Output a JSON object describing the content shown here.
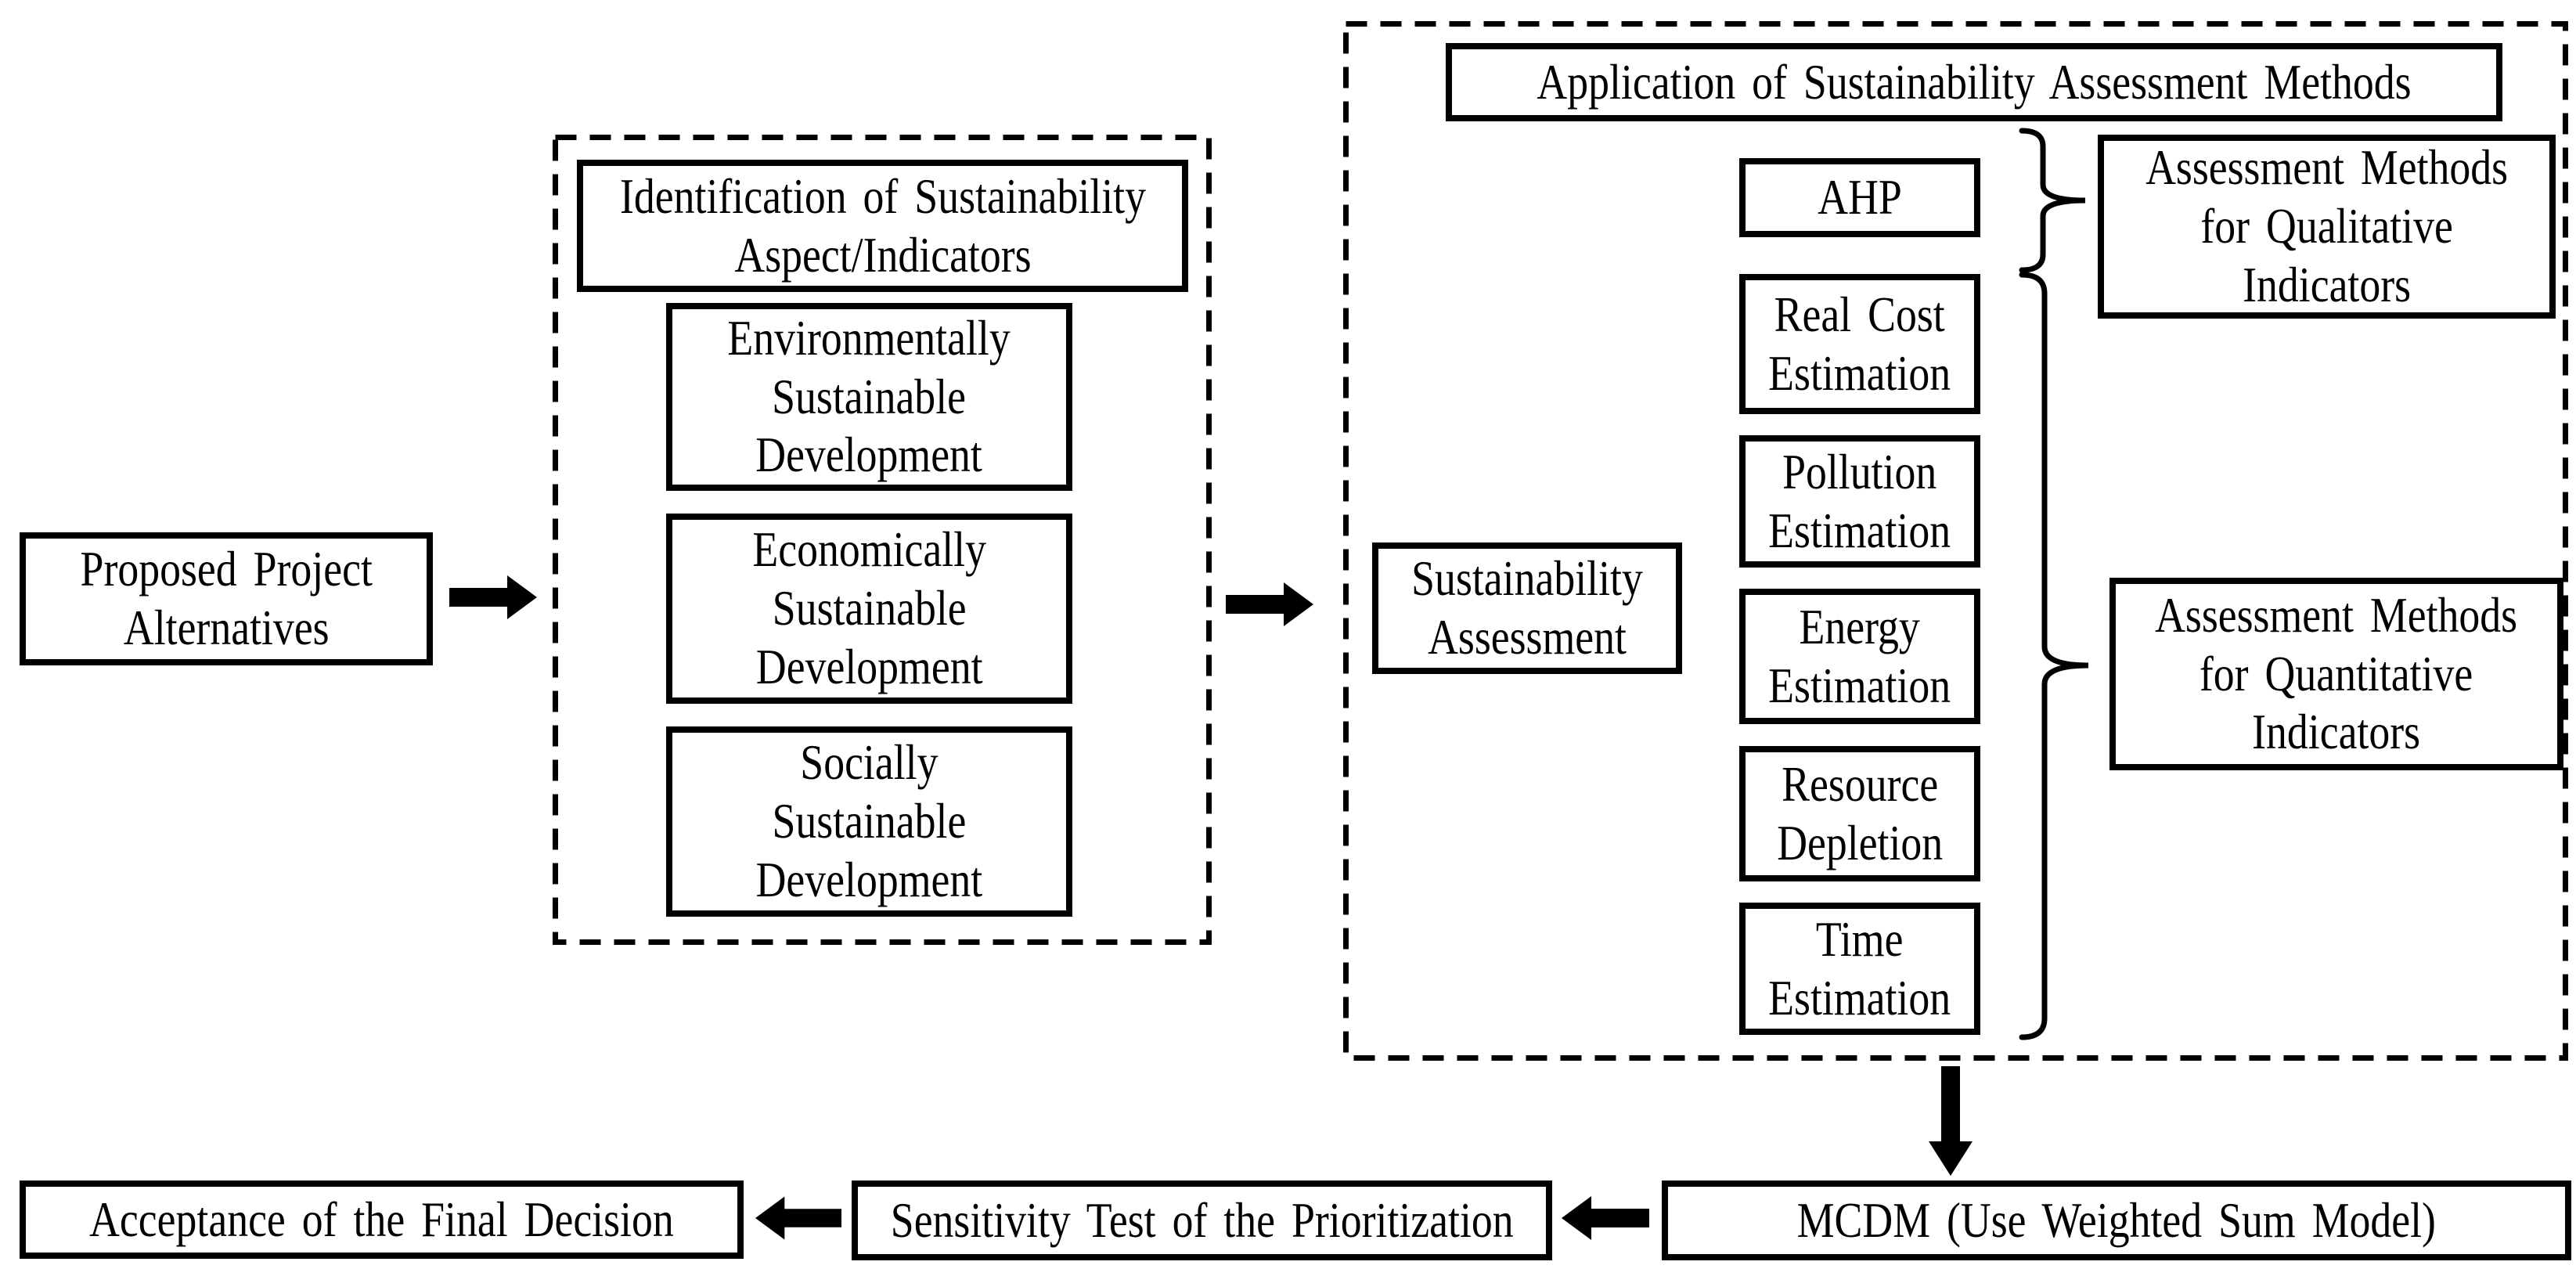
{
  "figure": {
    "background": "#ffffff",
    "line_color": "#000000",
    "text_color": "#000000"
  },
  "nodes": {
    "proposed": {
      "lines": [
        "Proposed Project",
        "Alternatives"
      ]
    },
    "identification_group": {
      "header": {
        "lines": [
          "Identification of Sustainability",
          "Aspect/Indicators"
        ]
      },
      "aspects": [
        {
          "lines": [
            "Environmentally",
            "Sustainable",
            "Development"
          ]
        },
        {
          "lines": [
            "Economically",
            "Sustainable",
            "Development"
          ]
        },
        {
          "lines": [
            "Socially",
            "Sustainable",
            "Development"
          ]
        }
      ]
    },
    "application_group": {
      "header": {
        "label": "Application of Sustainability Assessment Methods"
      },
      "sustainability_assessment": {
        "lines": [
          "Sustainability",
          "Assessment"
        ]
      },
      "ahp": {
        "label": "AHP"
      },
      "quantitative_methods": [
        {
          "lines": [
            "Real Cost",
            "Estimation"
          ]
        },
        {
          "lines": [
            "Pollution",
            "Estimation"
          ]
        },
        {
          "lines": [
            "Energy",
            "Estimation"
          ]
        },
        {
          "lines": [
            "Resource",
            "Depletion"
          ]
        },
        {
          "lines": [
            "Time",
            "Estimation"
          ]
        }
      ],
      "qualitative_label": {
        "lines": [
          "Assessment Methods",
          "for Qualitative",
          "Indicators"
        ]
      },
      "quantitative_label": {
        "lines": [
          "Assessment Methods",
          "for Quantitative",
          "Indicators"
        ]
      }
    },
    "mcdm": {
      "label": "MCDM (Use Weighted Sum Model)"
    },
    "sensitivity": {
      "label": "Sensitivity Test of the Prioritization"
    },
    "acceptance": {
      "label": "Acceptance of the Final Decision"
    }
  }
}
